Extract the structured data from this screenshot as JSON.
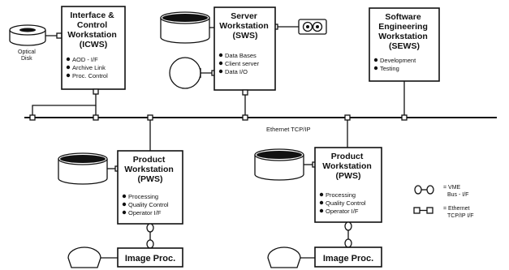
{
  "workstations": {
    "icws": {
      "title": [
        "Interface &",
        "Control",
        "Workstation",
        "(ICWS)"
      ],
      "items": [
        "AOD - I/F",
        "Archive Link",
        "Proc. Control"
      ]
    },
    "sws": {
      "title": [
        "Server",
        "Workstation",
        "(SWS)"
      ],
      "items": [
        "Data Bases",
        "Client server",
        "Data I/O"
      ]
    },
    "sews": {
      "title": [
        "Software",
        "Engineering",
        "Workstation",
        "(SEWS)"
      ],
      "items": [
        "Development",
        "Testing"
      ]
    },
    "pws_left": {
      "title": [
        "Product",
        "Workstation",
        "(PWS)"
      ],
      "items": [
        "Processing",
        "Quality Control",
        "Operator I/F"
      ]
    },
    "pws_right": {
      "title": [
        "Product",
        "Workstation",
        "(PWS)"
      ],
      "items": [
        "Processing",
        "Quality Control",
        "Operator I/F"
      ]
    }
  },
  "labels": {
    "optical_disk": [
      "Optical",
      "Disk"
    ],
    "ethernet": "Ethernet TCP/IP",
    "image_proc": "Image Proc."
  },
  "legend": {
    "vme": [
      "= VME",
      "Bus - I/F"
    ],
    "ethernet": [
      "= Ethernet",
      "TCP/IP I/F"
    ]
  }
}
